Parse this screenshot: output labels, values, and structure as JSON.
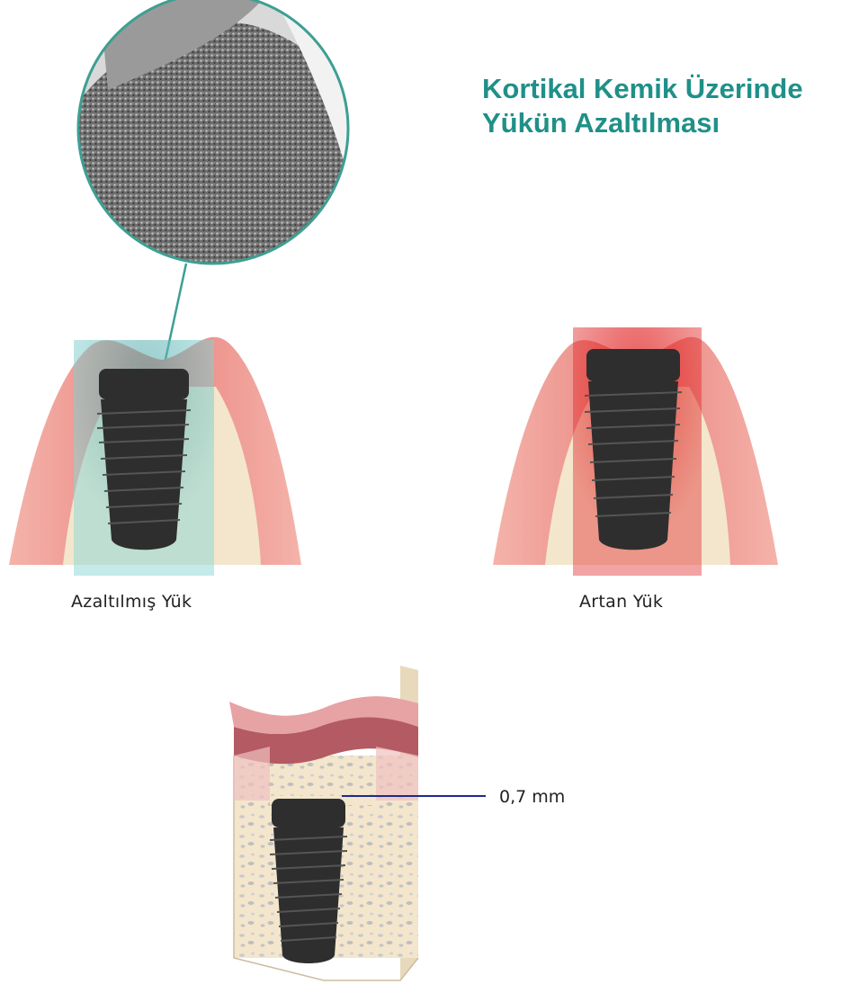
{
  "title": {
    "line1": "Kortikal Kemik Üzerinde",
    "line2": "Yükün Azaltılması"
  },
  "labels": {
    "reduced_load": "Azaltılmış Yük",
    "increased_load": "Artan Yük",
    "measurement": "0,7 mm"
  },
  "colors": {
    "title": "#1f9088",
    "reduced_zone": "#8fd6d6",
    "increased_zone": "#e23a3a",
    "gum": "#e9847f",
    "bone": "#f3e6cc",
    "implant": "#2e2e2e",
    "measure_line": "#1e2a8a"
  },
  "icons": {
    "magnifier": "surface-magnifier-icon",
    "implant": "dental-implant-icon"
  }
}
